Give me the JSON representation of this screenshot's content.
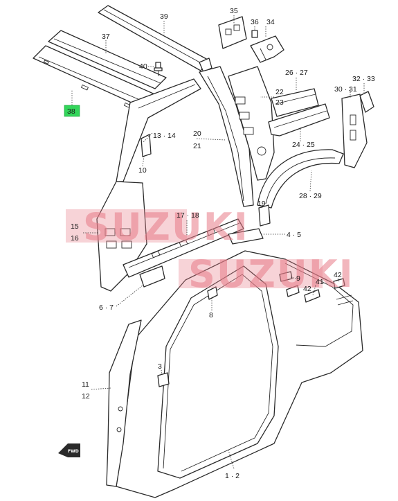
{
  "diagram": {
    "fwd_label": "FWD",
    "watermark": [
      "SUZUKI",
      "SUZUKI"
    ],
    "highlight_color": "#33d65a",
    "watermark_color": "#e87a86",
    "callouts": {
      "c38": "38",
      "c37": "37",
      "c39": "39",
      "c40": "40",
      "c35": "35",
      "c36": "36",
      "c34": "34",
      "c13_14": "13 · 14",
      "c10": "10",
      "c20_21a": "20",
      "c20_21b": "21",
      "c22_23a": "22",
      "c22_23b": "23",
      "c26_27": "26 · 27",
      "c24_25": "24 · 25",
      "c30_31": "30 · 31",
      "c32_33": "32 · 33",
      "c28_29": "28 · 29",
      "c19": "19",
      "c17_18": "17 · 18",
      "c4_5": "4 · 5",
      "c15": "15",
      "c16": "16",
      "c9": "9",
      "c42a": "42",
      "c41": "41",
      "c42b": "42",
      "c6_7": "6 · 7",
      "c8": "8",
      "c3": "3",
      "c11": "11",
      "c12": "12",
      "c1_2": "1 · 2"
    }
  }
}
